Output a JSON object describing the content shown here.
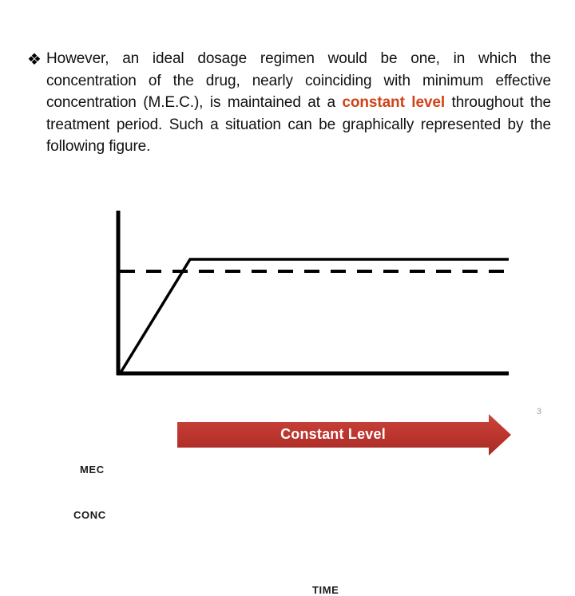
{
  "slide": {
    "bullet_glyph": "❖",
    "body": {
      "part1": "However, an ideal dosage regimen would be one, in which the concentration of the drug, nearly coinciding with minimum effective concentration (M.E.C.), is maintained at a ",
      "highlight": "constant level",
      "part2": " throughout the treatment period. Such a situation can be graphically represented by the following figure."
    },
    "page_number": "3"
  },
  "figure": {
    "banner_label": "Constant Level",
    "banner_color": "#BE3A32",
    "banner_color_light": "#C8473E",
    "banner_color_dark": "#A32D26",
    "axis_labels": {
      "y_upper": "MEC",
      "y_lower": "CONC",
      "x": "TIME"
    }
  },
  "chart_data": {
    "type": "line",
    "title": "Constant Level",
    "xlabel": "TIME",
    "ylabel": "CONC",
    "grid": false,
    "legend": null,
    "xlim": [
      0,
      100
    ],
    "ylim": [
      0,
      100
    ],
    "series": [
      {
        "name": "Drug concentration",
        "style": "solid",
        "x": [
          0,
          18,
          100
        ],
        "y": [
          0,
          70,
          70
        ]
      },
      {
        "name": "MEC",
        "style": "dashed",
        "x": [
          0,
          100
        ],
        "y": [
          63,
          63
        ]
      }
    ],
    "annotations": [
      {
        "text": "Constant Level",
        "type": "block-arrow",
        "x_start": 15,
        "x_end": 100,
        "y": 92,
        "direction": "right"
      },
      {
        "text": "MEC",
        "type": "y-axis-tick-label",
        "y": 63
      },
      {
        "text": "CONC",
        "type": "y-axis-title",
        "y": 35
      },
      {
        "text": "TIME",
        "type": "x-axis-title",
        "x": 50
      }
    ]
  }
}
